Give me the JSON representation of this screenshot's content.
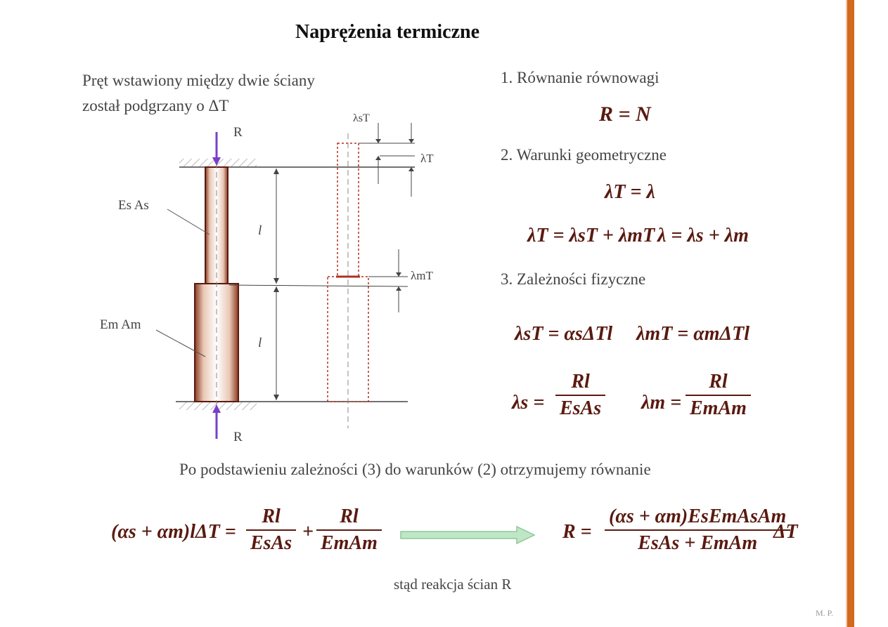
{
  "title": "Naprężenia termiczne",
  "intro": {
    "line1": "Pręt wstawiony między dwie ściany",
    "line2": "został podgrzany o ΔT"
  },
  "diagram": {
    "force_label_top": "R",
    "force_label_bottom": "R",
    "steel_label": "Es As",
    "copper_label": "Em Am",
    "length_label_top": "l",
    "length_label_bottom": "l",
    "lambda_s_T": "λsT",
    "lambda_T": "λT",
    "lambda_m_T": "λmT"
  },
  "sections": {
    "s1": "1. Równanie równowagi",
    "s2": "2. Warunki geometryczne",
    "s3": "3. Zależności fizyczne"
  },
  "equations": {
    "equilibrium": "R = N",
    "geom1": "λT = λ",
    "geom2a": "λT = λsT + λmT",
    "geom2b": "λ = λs + λm",
    "phys1a": "λsT = αsΔTl",
    "phys1b": "λmT = αmΔTl",
    "phys2a_lhs": "λs =",
    "phys2a_num": "Rl",
    "phys2a_den": "EsAs",
    "phys2b_lhs": "λm =",
    "phys2b_num": "Rl",
    "phys2b_den": "EmAm",
    "final_lhs": "(αs + αm)lΔT =",
    "final_f1_num": "Rl",
    "final_f1_den": "EsAs",
    "final_plus": "+",
    "final_f2_num": "Rl",
    "final_f2_den": "EmAm",
    "result_lhs": "R =",
    "result_num": "(αs + αm)EsEmAsAm",
    "result_den": "EsAs + EmAm",
    "result_tail": "ΔT"
  },
  "mid_text": "Po podstawieniu zależności (3) do warunków (2) otrzymujemy równanie",
  "bottom_note": "stąd reakcja ścian R",
  "footer": "M. P.",
  "colors": {
    "accent": "#d2691e",
    "formula": "#5a1a10",
    "arrow": "#8fd19e",
    "force": "#7a3fc8"
  }
}
